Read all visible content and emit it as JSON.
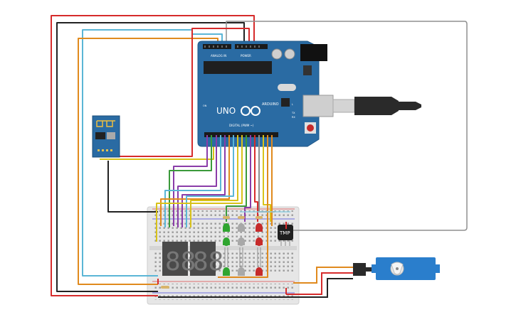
{
  "arduino": {
    "brand": "ARDUINO",
    "model": "UNO",
    "label_power": "POWER",
    "label_analog": "ANALOG IN",
    "label_digital": "DIGITAL (PWM ~)",
    "label_tx": "TX",
    "label_rx": "RX",
    "label_l": "L",
    "label_on": "ON"
  },
  "temperature_sensor": {
    "label": "TMP"
  },
  "seven_segment": {
    "digit_left": "88",
    "digit_right": "88"
  },
  "colors": {
    "board_blue": "#2a6ba3",
    "wire_red": "#d62b2b",
    "wire_black": "#222222",
    "wire_orange": "#e08a1e",
    "wire_cyan": "#5bb6d6",
    "wire_purple": "#8a3ca8",
    "wire_green": "#3b9a3b",
    "wire_yellow": "#d8c21a",
    "wire_gray": "#8f8f8f",
    "led_green": "#2fa52f",
    "led_gray": "#a8a8a8",
    "led_red": "#c62a2a",
    "servo_blue": "#2a7ecc"
  }
}
